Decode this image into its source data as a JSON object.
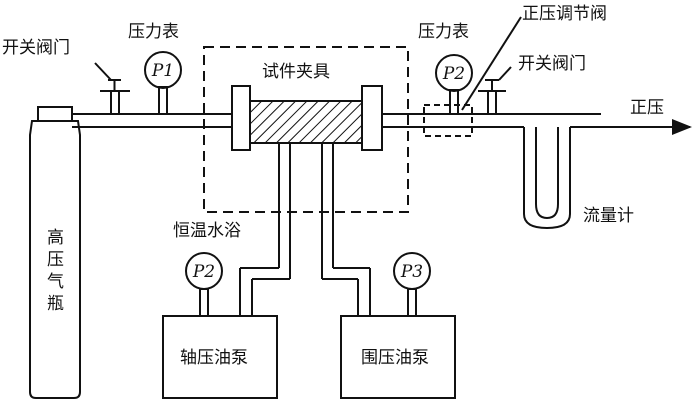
{
  "labels": {
    "valve_left": "开关阀门",
    "gauge_left_label": "压力表",
    "gauge_right_label": "压力表",
    "reg_valve": "正压调节阀",
    "valve_right": "开关阀门",
    "fixture": "试件夹具",
    "outlet": "正压",
    "bath": "恒温水浴",
    "flowmeter": "流量计",
    "cylinder": "高压气瓶",
    "pump_axial": "轴压油泵",
    "pump_confining": "围压油泵"
  },
  "gauges": {
    "p1": "P1",
    "p2": "P2",
    "p2b": "P2",
    "p3": "P3"
  }
}
